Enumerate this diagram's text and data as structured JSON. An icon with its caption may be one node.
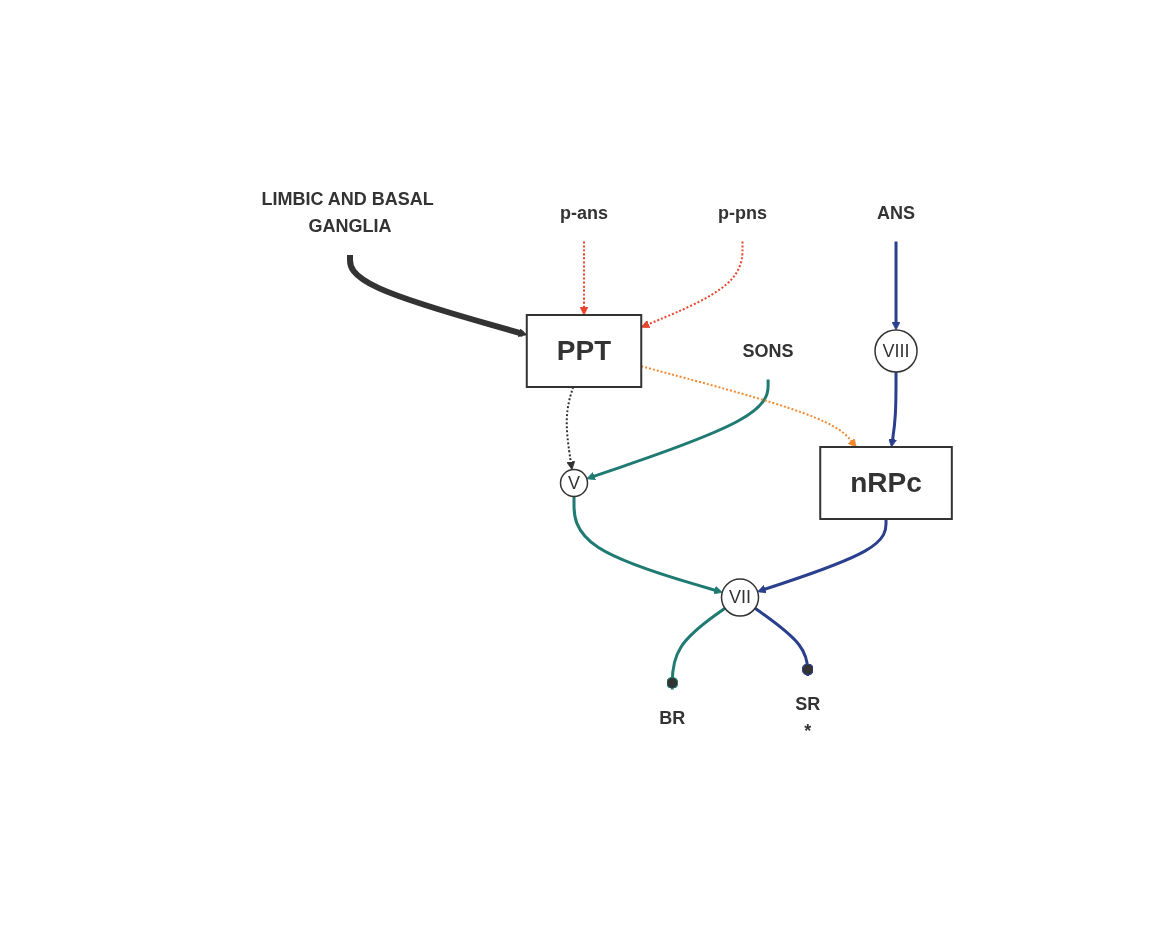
{
  "diagram": {
    "nodes": [
      {
        "text": [
          "LIMBIC AND BASAL GANGLIA"
        ]
      },
      {
        "text": [
          "PPT"
        ]
      },
      {
        "text": [
          "SONS"
        ]
      },
      {
        "text": [
          "V"
        ]
      },
      {
        "text": [
          "VII"
        ]
      },
      {
        "text": [
          "BR"
        ]
      },
      {
        "text": [
          "SR"
        ],
        "beside": [
          "*"
        ]
      },
      {
        "text": [
          "ANS"
        ]
      },
      {
        "text": [
          "VIII"
        ]
      },
      {
        "text": [
          "p-ans"
        ]
      },
      {
        "text": [
          "nRPc"
        ]
      },
      {
        "text": [
          "p-pns"
        ]
      }
    ],
    "edges": [
      {
        "from": 0,
        "to": 1,
        "arrow": "to",
        "style": "thick",
        "color": "#333333"
      },
      {
        "from": 1,
        "to": 3,
        "arrow": "to",
        "style": "dashed",
        "color": "#333333"
      },
      {
        "from": 2,
        "to": 3,
        "arrow": "to",
        "color": "#1f7a72"
      },
      {
        "from": 3,
        "to": 4,
        "arrow": "to",
        "color": "#1f7a72"
      },
      {
        "from": 1,
        "to": 10,
        "arrow": "to",
        "style": "dashed",
        "color": "#f08a30"
      },
      {
        "from": 4,
        "to": 5,
        "arrow": "other",
        "color": "#1f7a72"
      },
      {
        "from": 4,
        "to": 6,
        "arrow": "other",
        "color": "#2b3f8f"
      },
      {
        "from": 10,
        "to": 4,
        "arrow": "to",
        "color": "#2b3f8f"
      },
      {
        "from": 7,
        "to": 8,
        "arrow": "to",
        "color": "#2b3f8f"
      },
      {
        "from": 8,
        "to": 10,
        "arrow": "to",
        "color": "#2b3f8f"
      },
      {
        "from": 9,
        "to": 1,
        "arrow": "to",
        "style": "dashed",
        "color": "#e8452c"
      },
      {
        "from": 11,
        "to": 1,
        "arrow": "to",
        "style": "dashed",
        "color": "#e8452c"
      }
    ]
  }
}
